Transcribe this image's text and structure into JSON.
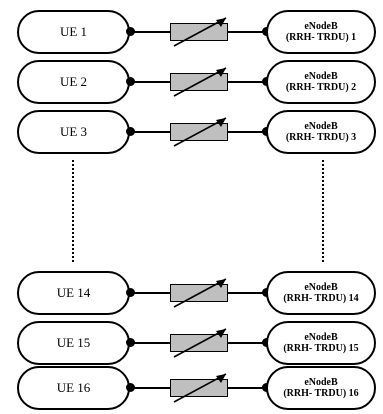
{
  "rows": [
    {
      "ue": "UE 1",
      "enb_line1": "eNodeB",
      "enb_line2": "(RRH- TRDU) 1"
    },
    {
      "ue": "UE 2",
      "enb_line1": "eNodeB",
      "enb_line2": "(RRH- TRDU) 2"
    },
    {
      "ue": "UE 3",
      "enb_line1": "eNodeB",
      "enb_line2": "(RRH- TRDU) 3"
    },
    {
      "ue": "UE 14",
      "enb_line1": "eNodeB",
      "enb_line2": "(RRH- TRDU) 14"
    },
    {
      "ue": "UE 15",
      "enb_line1": "eNodeB",
      "enb_line2": "(RRH- TRDU) 15"
    },
    {
      "ue": "UE 16",
      "enb_line1": "eNodeB",
      "enb_line2": "(RRH- TRDU) 16"
    }
  ],
  "colors": {
    "attenuator_fill": "#bfbfbf",
    "stroke": "#000000"
  }
}
